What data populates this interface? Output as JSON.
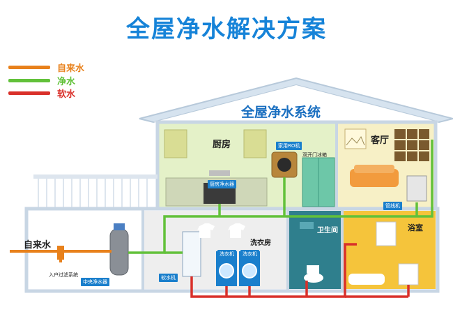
{
  "title": "全屋净水解决方案",
  "legend": [
    {
      "label": "自来水",
      "color": "#e8811c"
    },
    {
      "label": "净水",
      "color": "#62c13a"
    },
    {
      "label": "软水",
      "color": "#d9302a"
    }
  ],
  "roof_label": "全屋净水系统",
  "rooms": {
    "kitchen": "厨房",
    "living": "客厅",
    "laundry": "洗衣房",
    "bathroom": "卫生间",
    "shower_room": "浴室"
  },
  "labels": {
    "tap_water": "自来水",
    "entry_filter": "入户过滤系统",
    "central_purifier": "中央净水器",
    "softener": "软水机",
    "kitchen_purifier": "厨房净水器",
    "home_ro": "家用RO机",
    "fridge": "双开门冰箱",
    "pipeline_machine": "管线机",
    "washer_1": "洗衣机",
    "washer_2": "洗衣机"
  },
  "colors": {
    "title": "#1683d8",
    "frame": "#c8d6e4",
    "kitchen_bg": "#e4f1c8",
    "living_bg": "#f7f0c6",
    "laundry_bg": "#eeeeee",
    "bathroom_bg": "#2f7f8d",
    "shower_bg": "#f5c43b"
  }
}
